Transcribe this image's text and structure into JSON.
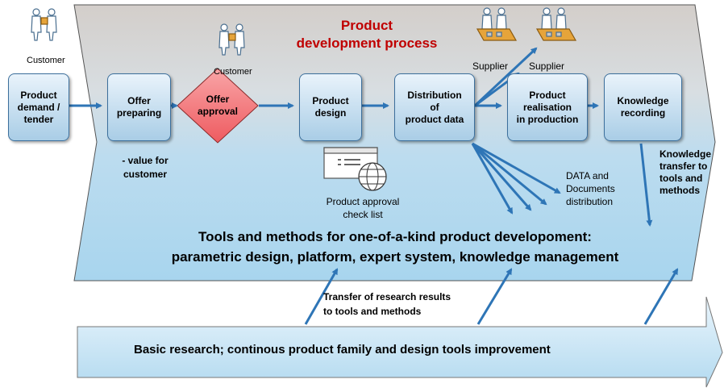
{
  "process_title": "Product\ndevelopment process",
  "actors": {
    "customer_top": "Customer",
    "customer_mid": "Customer",
    "supplier_1": "Supplier",
    "supplier_2": "Supplier"
  },
  "steps": {
    "demand": "Product\ndemand /\ntender",
    "offer_preparing": "Offer\npreparing",
    "offer_approval": "Offer\napproval",
    "product_design": "Product\ndesign",
    "distribution": "Distribution\nof\nproduct data",
    "realisation": "Product\nrealisation\nin production",
    "knowledge_recording": "Knowledge\nrecording"
  },
  "notes": {
    "value": "- value for\ncustomer",
    "checklist": "Product approval\ncheck list",
    "data_docs": "DATA and\nDocuments\ndistribution",
    "knowledge_transfer": "Knowledge\ntransfer to\ntools and\nmethods",
    "research_transfer": "Transfer of research results\nto tools and methods"
  },
  "tools_title": "Tools and methods for one-of-a-kind product developoment:",
  "tools_subtitle": "parametric design, platform, expert system, knowledge management",
  "basic_research": "Basic research; continous product family and design tools improvement",
  "colors": {
    "arrow": "#2e75b6",
    "offer_approval_fill": "#f4777a",
    "title_red": "#c00000",
    "box_border": "#3c6f9c"
  }
}
